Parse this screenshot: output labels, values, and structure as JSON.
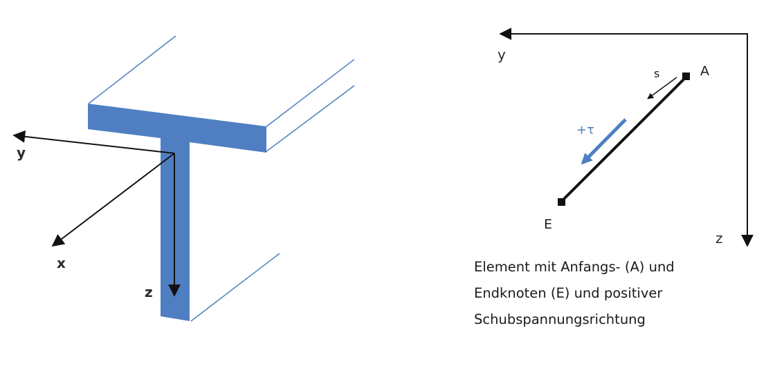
{
  "colors": {
    "profile_fill": "#4f7fc2",
    "profile_edge": "#4f7fc2",
    "ink": "#111111",
    "tau_arrow": "#4f7fc2"
  },
  "left_figure": {
    "axis_y": "y",
    "axis_x": "x",
    "axis_z": "z"
  },
  "right_figure": {
    "axis_y": "y",
    "axis_z": "z",
    "node_start": "A",
    "node_end": "E",
    "coordinate_s": "s",
    "shear_label": "+τ"
  },
  "caption": {
    "line1": "Element mit Anfangs- (A) und",
    "line2": "Endknoten (E) und positiver",
    "line3": "Schubspannungsrichtung"
  }
}
